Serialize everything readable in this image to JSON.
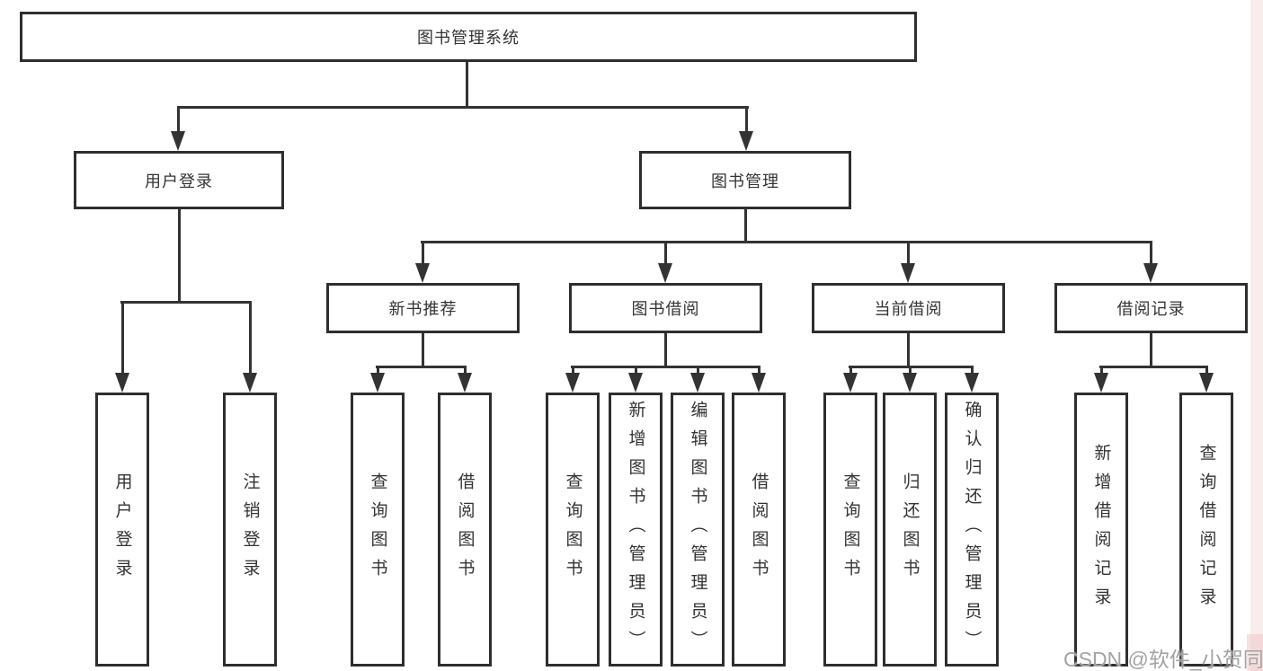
{
  "diagram": {
    "root": {
      "label": "图书管理系统"
    },
    "branches": [
      {
        "label": "用户登录",
        "children": [
          {
            "label": "用户登录"
          },
          {
            "label": "注销登录"
          }
        ]
      },
      {
        "label": "图书管理",
        "children": [
          {
            "label": "新书推荐",
            "children": [
              {
                "label": "查询图书"
              },
              {
                "label": "借阅图书"
              }
            ]
          },
          {
            "label": "图书借阅",
            "children": [
              {
                "label": "查询图书"
              },
              {
                "label": "新增图书（管理员）"
              },
              {
                "label": "编辑图书（管理员）"
              },
              {
                "label": "借阅图书"
              }
            ]
          },
          {
            "label": "当前借阅",
            "children": [
              {
                "label": "查询图书"
              },
              {
                "label": "归还图书"
              },
              {
                "label": "确认归还（管理员）"
              }
            ]
          },
          {
            "label": "借阅记录",
            "children": [
              {
                "label": "新增借阅记录"
              },
              {
                "label": "查询借阅记录"
              }
            ]
          }
        ]
      }
    ]
  },
  "watermark": {
    "label": "CSDN @软件_小贺同学"
  },
  "colors": {
    "line": "#333333",
    "border": "#2e2e2e",
    "text": "#333333",
    "background": "#ffffff",
    "watermark_text": "#a3a3a3",
    "right_strip": "#f8ecec"
  }
}
